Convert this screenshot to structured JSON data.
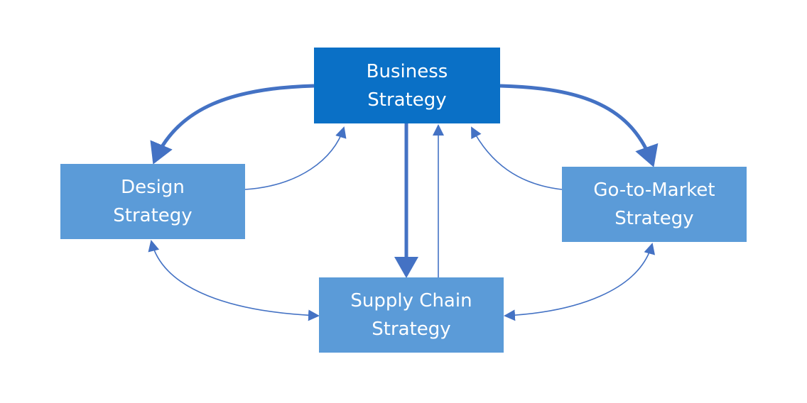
{
  "nodes": {
    "business": {
      "label": "Business\nStrategy",
      "color": "#0a70c6"
    },
    "design": {
      "label": "Design\nStrategy",
      "color": "#5b9bd8"
    },
    "gtm": {
      "label": "Go-to-Market\nStrategy",
      "color": "#5b9bd8"
    },
    "supply": {
      "label": "Supply Chain\nStrategy",
      "color": "#5b9bd8"
    }
  },
  "edges": [
    {
      "from": "business",
      "to": "design",
      "weight": "thick"
    },
    {
      "from": "design",
      "to": "business",
      "weight": "thin"
    },
    {
      "from": "business",
      "to": "gtm",
      "weight": "thick"
    },
    {
      "from": "gtm",
      "to": "business",
      "weight": "thin"
    },
    {
      "from": "business",
      "to": "supply",
      "weight": "thick"
    },
    {
      "from": "supply",
      "to": "business",
      "weight": "thin"
    },
    {
      "from": "design",
      "to": "supply",
      "weight": "thin",
      "bidirectional": true
    },
    {
      "from": "gtm",
      "to": "supply",
      "weight": "thin",
      "bidirectional": true
    }
  ],
  "colors": {
    "arrow": "#4472c4",
    "primary_box": "#0a70c6",
    "secondary_box": "#5b9bd8",
    "text": "#ffffff"
  }
}
